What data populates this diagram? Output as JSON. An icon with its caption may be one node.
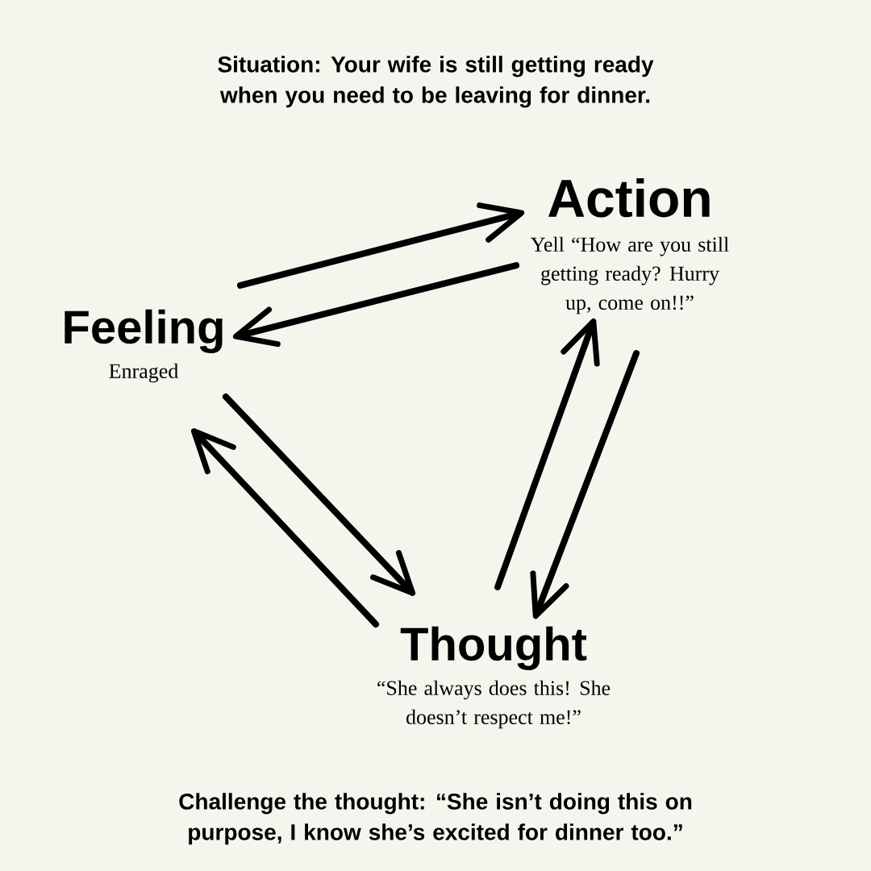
{
  "diagram": {
    "title": "Situation: Your wife is still getting ready when you need to be leaving for dinner.",
    "caption": "Challenge the thought: “She isn’t doing this on purpose, I know she’s excited for dinner too.”",
    "nodes": [
      {
        "text": [
          "Feeling",
          "Enraged"
        ]
      },
      {
        "text": [
          "Action",
          "Yell “How are you still getting ready? Hurry up, come on!!”"
        ]
      },
      {
        "text": [
          "Thought",
          "“She always does this! She doesn’t respect me!”"
        ]
      }
    ],
    "edges": [
      {
        "from": 0,
        "to": 1,
        "arrow": "to"
      },
      {
        "from": 1,
        "to": 0,
        "arrow": "to"
      },
      {
        "from": 1,
        "to": 2,
        "arrow": "to"
      },
      {
        "from": 2,
        "to": 1,
        "arrow": "to"
      },
      {
        "from": 0,
        "to": 2,
        "arrow": "to"
      },
      {
        "from": 2,
        "to": 0,
        "arrow": "to"
      }
    ]
  }
}
